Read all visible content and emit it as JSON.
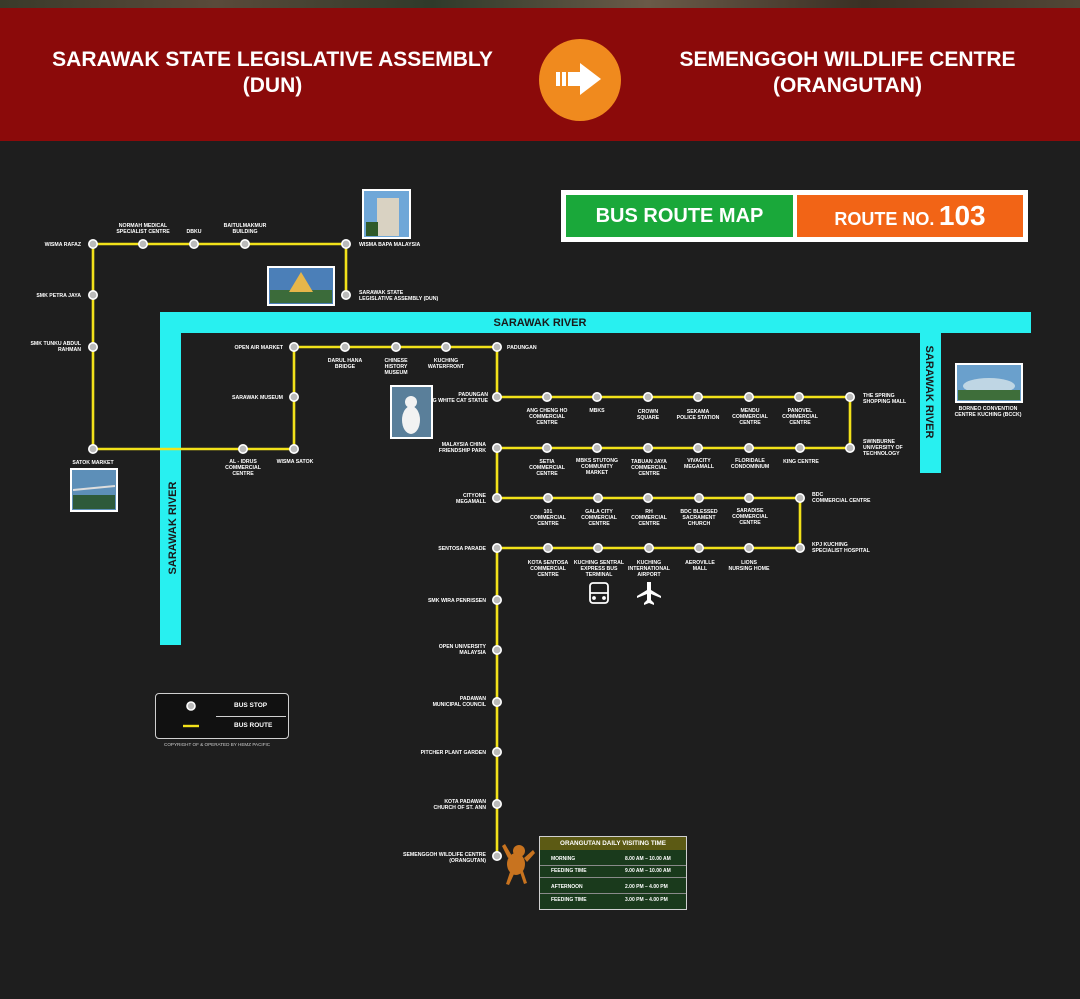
{
  "header": {
    "origin_line1": "SARAWAK STATE LEGISLATIVE ASSEMBLY",
    "origin_line2": "(DUN)",
    "destination_line1": "SEMENGGOH WILDLIFE CENTRE",
    "destination_line2": "(ORANGUTAN)"
  },
  "route_box": {
    "title": "BUS ROUTE MAP",
    "route_prefix": "ROUTE NO.",
    "route_number": "103"
  },
  "rivers": {
    "top": "SARAWAK RIVER",
    "left": "SARAWAK RIVER",
    "right": "SARAWAK RIVER"
  },
  "stops": {
    "wisma_rafaz": "WISMA RAFAZ",
    "normah_1": "NORMAH MEDICAL",
    "normah_2": "SPECIALIST CENTRE",
    "dbku": "DBKU",
    "baitul_1": "BAITULMAKMUR",
    "baitul_2": "BUILDING",
    "wisma_bapa": "WISMA BAPA MALAYSIA",
    "dun_1": "SARAWAK STATE",
    "dun_2": "LEGISLATIVE ASSEMBLY (DUN)",
    "smk_petra": "SMK PETRA JAYA",
    "smk_tunku_1": "SMK TUNKU ABDUL",
    "smk_tunku_2": "RAHMAN",
    "satok": "SATOK MARKET",
    "open_air": "OPEN AIR MARKET",
    "darul_1": "DARUL HANA",
    "darul_2": "BRIDGE",
    "chinese_1": "CHINESE",
    "chinese_2": "HISTORY",
    "chinese_3": "MUSEUM",
    "kuching_wf_1": "KUCHING",
    "kuching_wf_2": "WATERFRONT",
    "padungan": "PADUNGAN",
    "sarawak_museum": "SARAWAK MUSEUM",
    "alidrus_1": "AL - IDRUS",
    "alidrus_2": "COMMERCIAL",
    "alidrus_3": "CENTRE",
    "wisma_satok": "WISMA SATOK",
    "catstatue_1": "PADUNGAN",
    "catstatue_2": "BIG WHITE CAT STATUE",
    "angcheng_1": "ANG CHENG HO",
    "angcheng_2": "COMMERCIAL",
    "angcheng_3": "CENTRE",
    "mbks": "MBKS",
    "crown_1": "CROWN",
    "crown_2": "SQUARE",
    "sekama_1": "SEKAMA",
    "sekama_2": "POLICE STATION",
    "mendu_1": "MENDU",
    "mendu_2": "COMMERCIAL",
    "mendu_3": "CENTRE",
    "panovel_1": "PANOVEL",
    "panovel_2": "COMMERCIAL",
    "panovel_3": "CENTRE",
    "spring_1": "THE SPRING",
    "spring_2": "SHOPPING MALL",
    "bcck_1": "BORNEO CONVENTION",
    "bcck_2": "CENTRE KUCHING (BCCK)",
    "mcfp_1": "MALAYSIA CHINA",
    "mcfp_2": "FRIENDSHIP PARK",
    "setia_1": "SETIA",
    "setia_2": "COMMERCIAL",
    "setia_3": "CENTRE",
    "mbks_stutong_1": "MBKS STUTONG",
    "mbks_stutong_2": "COMMUNITY",
    "mbks_stutong_3": "MARKET",
    "tabuan_1": "TABUAN JAYA",
    "tabuan_2": "COMMERCIAL",
    "tabuan_3": "CENTRE",
    "vivacity_1": "VIVACITY",
    "vivacity_2": "MEGAMALL",
    "floridale_1": "FLORIDALE",
    "floridale_2": "CONDOMINIUM",
    "kingcentre": "KING CENTRE",
    "swinburne_1": "SWINBURNE",
    "swinburne_2": "UNIVERSITY OF",
    "swinburne_3": "TECHNOLOGY",
    "cityone_1": "CITYONE",
    "cityone_2": "MEGAMALL",
    "c101_1": "101",
    "c101_2": "COMMERCIAL",
    "c101_3": "CENTRE",
    "galacity_1": "GALA CITY",
    "galacity_2": "COMMERCIAL",
    "galacity_3": "CENTRE",
    "rh_1": "RH",
    "rh_2": "COMMERCIAL",
    "rh_3": "CENTRE",
    "bdcchurch_1": "BDC BLESSED",
    "bdcchurch_2": "SACRAMENT",
    "bdcchurch_3": "CHURCH",
    "saradise_1": "SARADISE",
    "saradise_2": "COMMERCIAL",
    "saradise_3": "CENTRE",
    "bdc_1": "BDC",
    "bdc_2": "COMMERCIAL CENTRE",
    "sentosa_parade": "SENTOSA PARADE",
    "kotasentosa_1": "KOTA SENTOSA",
    "kotasentosa_2": "COMMERCIAL",
    "kotasentosa_3": "CENTRE",
    "sentral_1": "KUCHING SENTRAL",
    "sentral_2": "EXPRESS BUS",
    "sentral_3": "TERMINAL",
    "airport_1": "KUCHING",
    "airport_2": "INTERNATIONAL",
    "airport_3": "AIRPORT",
    "aeroville_1": "AEROVILLE",
    "aeroville_2": "MALL",
    "lions_1": "LIONS",
    "lions_2": "NURSING HOME",
    "kpj_1": "KPJ KUCHING",
    "kpj_2": "SPECIALIST HOSPITAL",
    "smk_wira": "SMK WIRA PENRISSEN",
    "oum_1": "OPEN UNIVERSITY",
    "oum_2": "MALAYSIA",
    "padawan_1": "PADAWAN",
    "padawan_2": "MUNICIPAL COUNCIL",
    "pitcher": "PITCHER PLANT GARDEN",
    "kotapadawan_1": "KOTA PADAWAN",
    "kotapadawan_2": "CHURCH OF ST. ANN",
    "semenggoh_1": "SEMENGGOH WILDLIFE CENTRE",
    "semenggoh_2": "(ORANGUTAN)"
  },
  "legend": {
    "stop": "BUS STOP",
    "route": "BUS ROUTE"
  },
  "copyright": "COPYRIGHT OF & OPERATED BY HEMZ PACIFIC",
  "timetable": {
    "title": "ORANGUTAN DAILY VISITING TIME",
    "rows": [
      {
        "label": "MORNING",
        "time": "8.00 AM – 10.00 AM"
      },
      {
        "label": "FEEDING TIME",
        "time": "9.00 AM – 10.00 AM"
      },
      {
        "label": "AFTERNOON",
        "time": "2.00 PM – 4.00 PM"
      },
      {
        "label": "FEEDING TIME",
        "time": "3.00 PM – 4.00 PM"
      }
    ]
  },
  "colors": {
    "header_bg": "#8b0a0a",
    "route_line": "#f2e21a",
    "river": "#28f0f0",
    "green": "#1aa83a",
    "orange": "#f26416",
    "arrow": "#f08a1e"
  },
  "icons": [
    "arrow-right-icon",
    "bus-icon",
    "airplane-icon",
    "orangutan-icon"
  ]
}
